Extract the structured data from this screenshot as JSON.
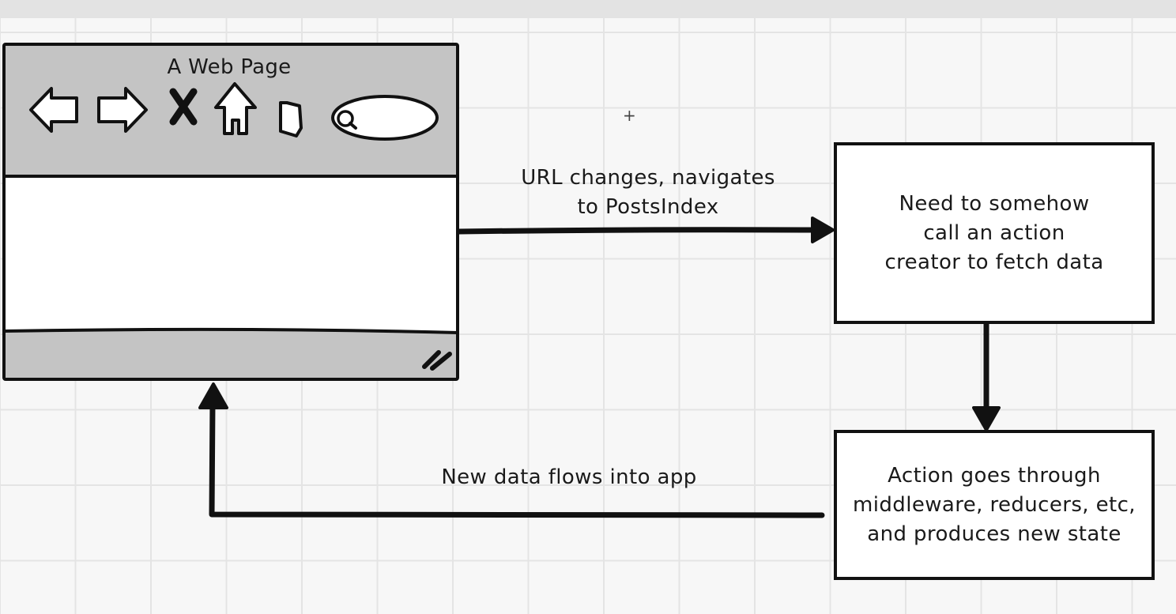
{
  "browser": {
    "title": "A Web Page",
    "icons": [
      "back-arrow-icon",
      "forward-arrow-icon",
      "close-x-icon",
      "home-icon",
      "bookmark-icon",
      "search-icon",
      "resize-grip-icon"
    ]
  },
  "edges": {
    "url_change_label": "URL changes, navigates\nto PostsIndex",
    "new_data_label": "New data flows into app"
  },
  "nodes": {
    "action_creator": "Need to somehow\ncall an action\ncreator to fetch data",
    "reducers": "Action goes through\nmiddleware, reducers, etc,\nand produces new state"
  }
}
